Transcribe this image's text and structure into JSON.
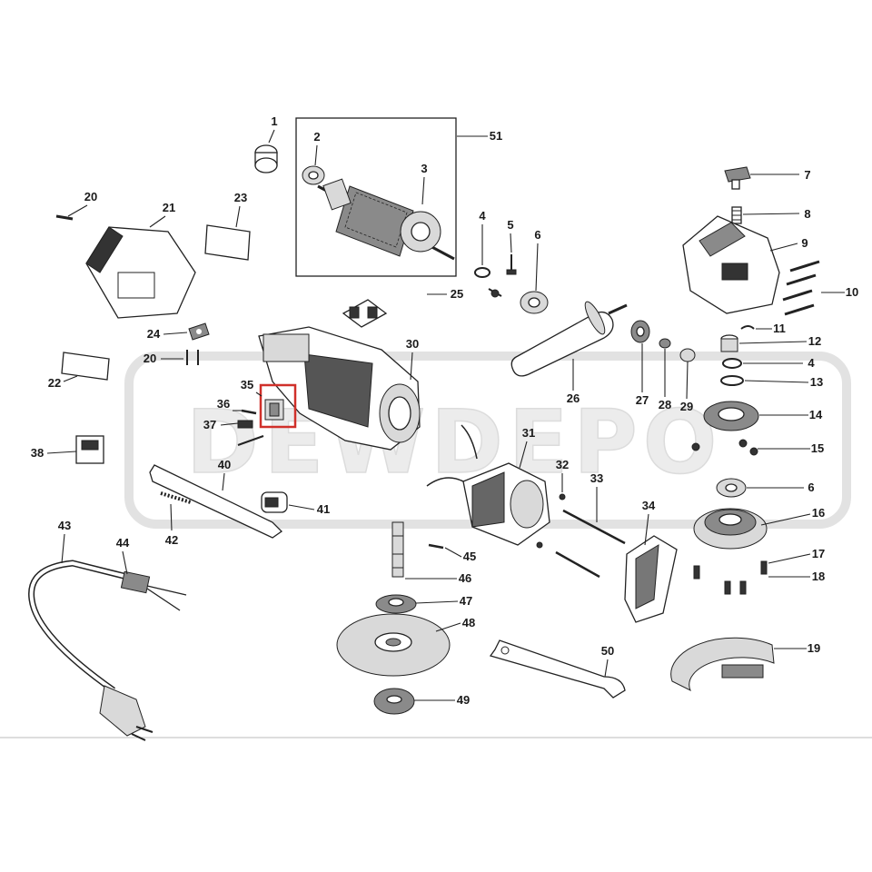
{
  "watermark": {
    "text": "DEWDEPO"
  },
  "part_labels": [
    "1",
    "2",
    "3",
    "4",
    "5",
    "6",
    "7",
    "8",
    "9",
    "10",
    "11",
    "12",
    "4",
    "13",
    "14",
    "15",
    "6",
    "16",
    "17",
    "18",
    "19",
    "20",
    "21",
    "22",
    "23",
    "24",
    "20",
    "25",
    "26",
    "27",
    "28",
    "29",
    "30",
    "31",
    "32",
    "33",
    "34",
    "35",
    "36",
    "37",
    "38",
    "40",
    "41",
    "42",
    "43",
    "44",
    "45",
    "46",
    "47",
    "48",
    "49",
    "50",
    "51"
  ],
  "highlight": {
    "color": "#d0302a",
    "part_label": "35"
  },
  "colors": {
    "line": "#222222",
    "background": "#ffffff",
    "watermark": "#e6e6e6"
  }
}
